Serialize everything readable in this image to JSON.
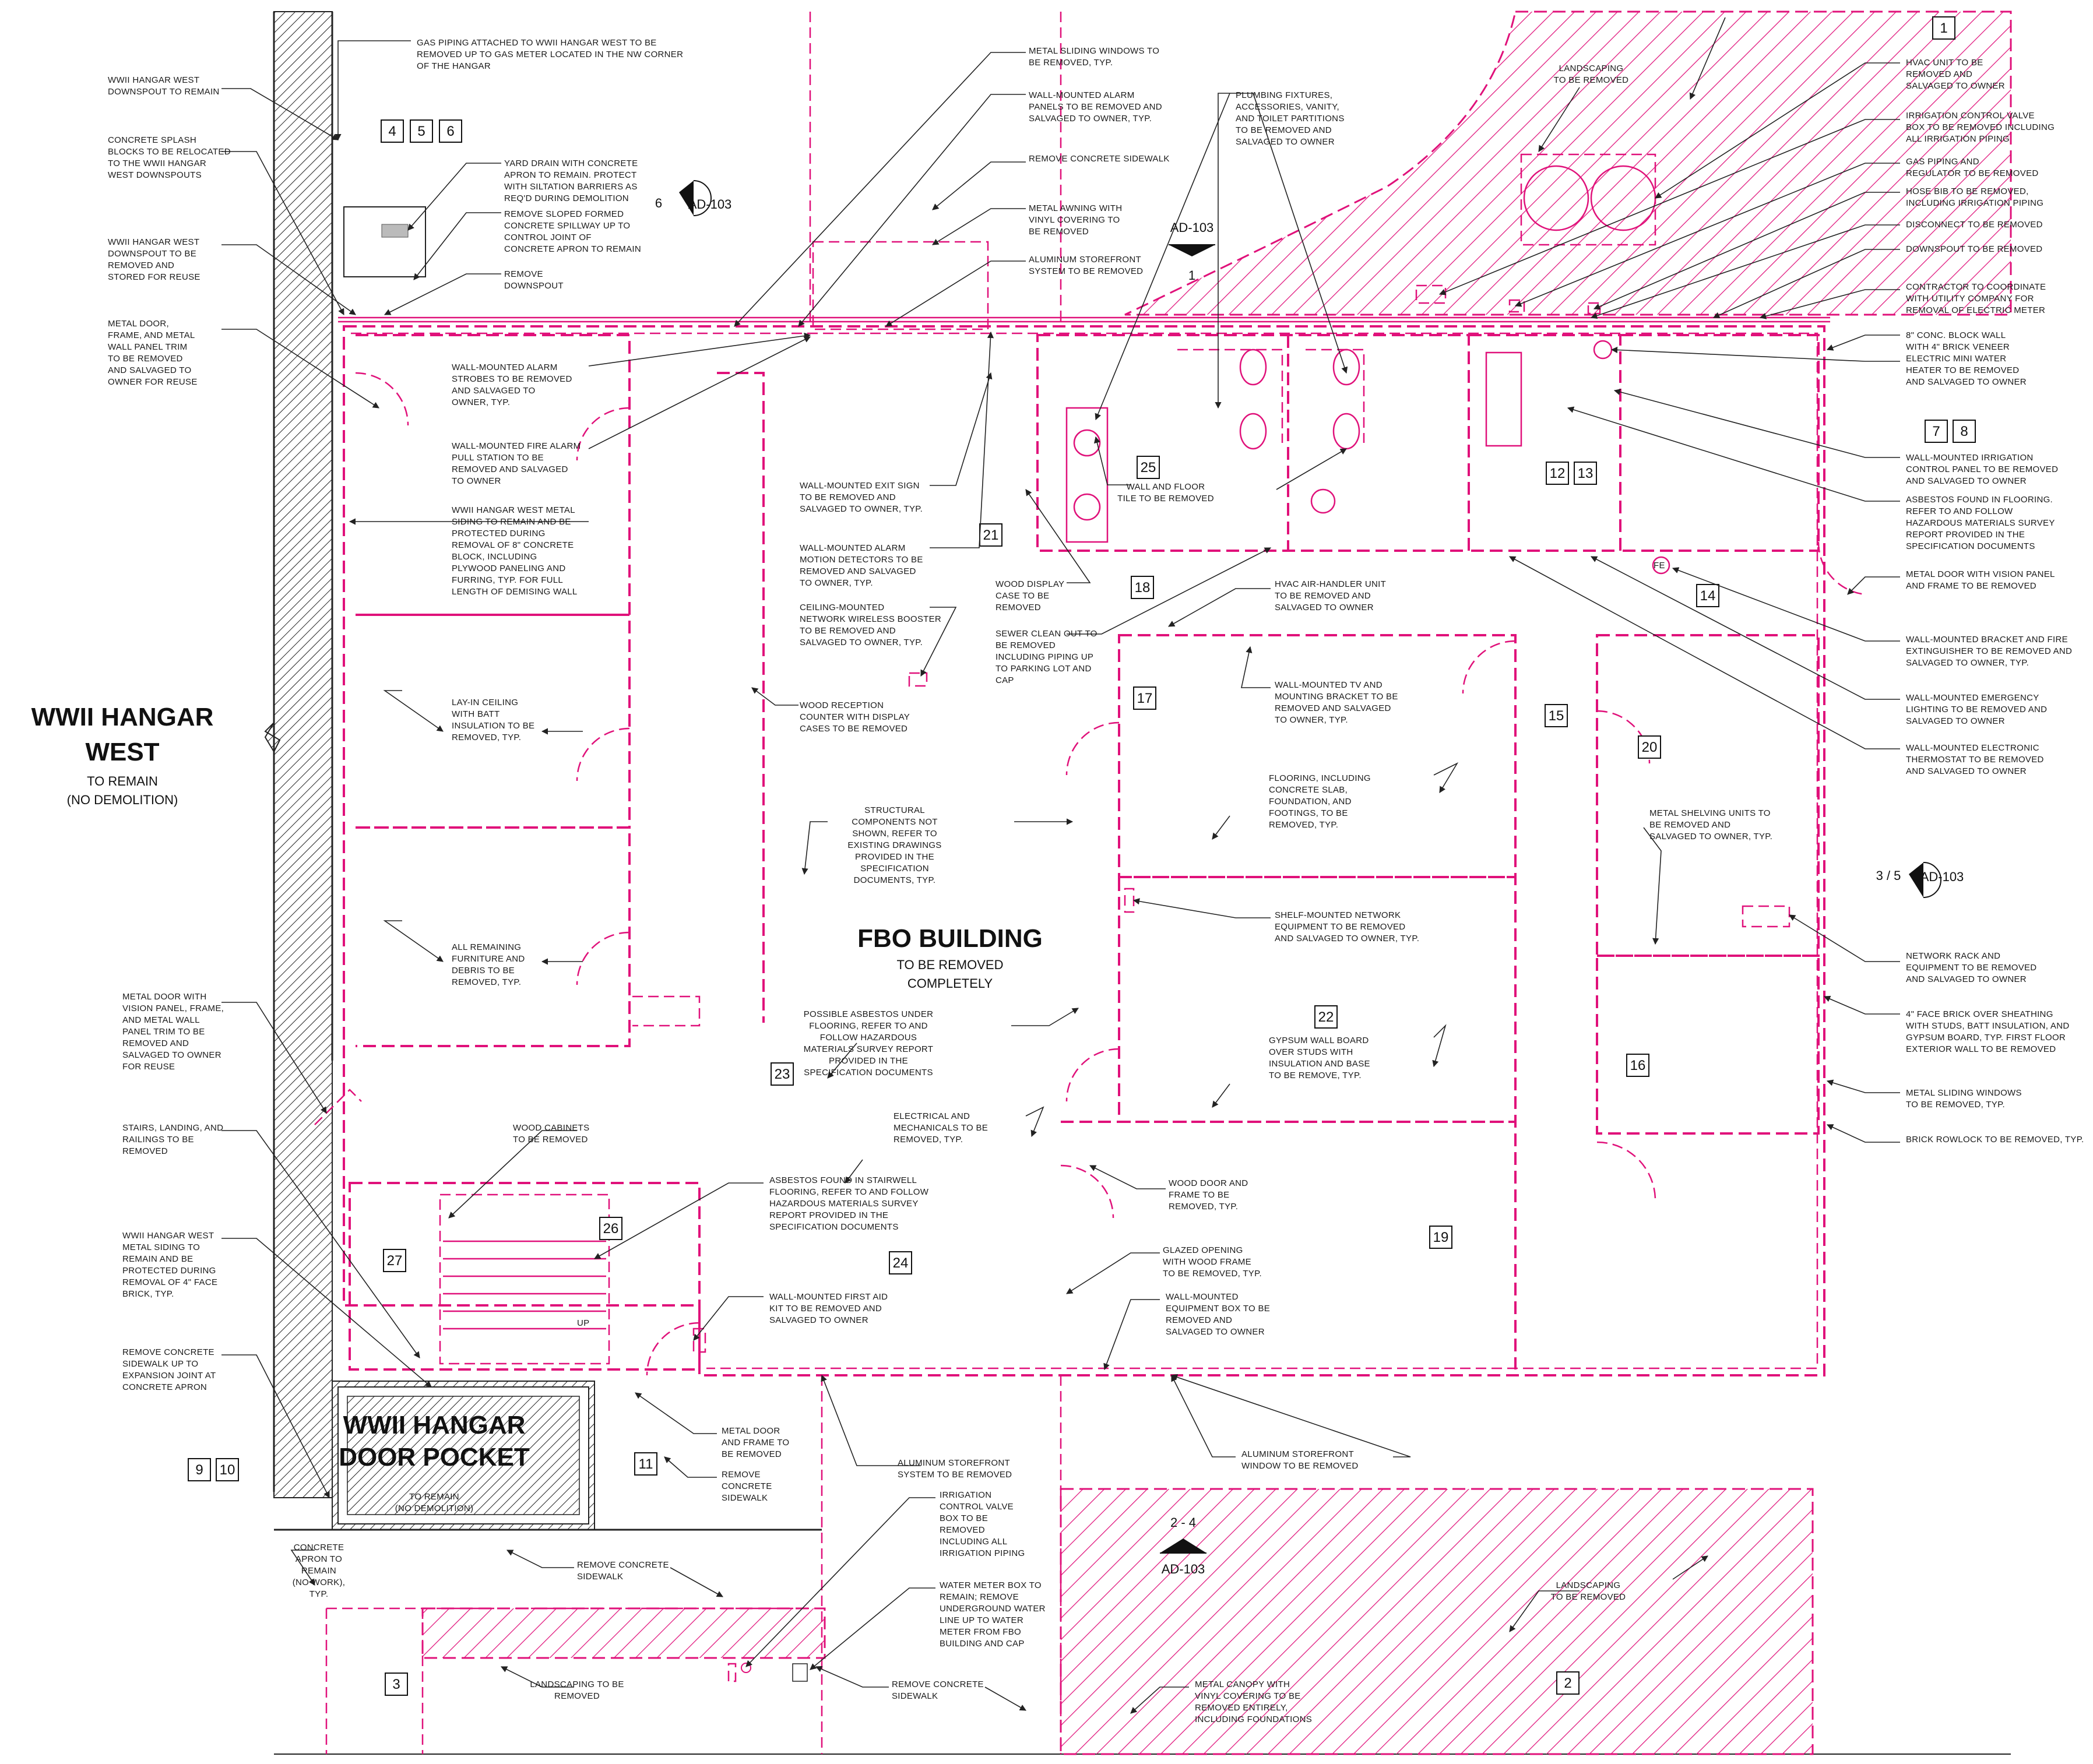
{
  "titles": {
    "hangar_west_title_1": "WWII HANGAR",
    "hangar_west_title_2": "WEST",
    "hangar_west_sub_1": "TO REMAIN",
    "hangar_west_sub_2": "(NO DEMOLITION)",
    "fbo_title": "FBO BUILDING",
    "fbo_sub_1": "TO BE REMOVED",
    "fbo_sub_2": "COMPLETELY",
    "pocket_title_1": "WWII HANGAR",
    "pocket_title_2": "DOOR POCKET",
    "pocket_sub_1": "TO REMAIN",
    "pocket_sub_2": "(NO DEMOLITION)"
  },
  "section_refs": {
    "ref_top_center": {
      "number": "1",
      "sheet": "AD-103"
    },
    "ref_left": {
      "number": "6",
      "sheet": "AD-103"
    },
    "ref_right": {
      "number": "3 / 5",
      "sheet": "AD-103"
    },
    "ref_bottom": {
      "number": "2 - 4",
      "sheet": "AD-103"
    }
  },
  "tags": [
    "1",
    "2",
    "3",
    "4",
    "5",
    "6",
    "7",
    "8",
    "9",
    "10",
    "11",
    "12",
    "13",
    "14",
    "15",
    "16",
    "17",
    "18",
    "19",
    "20",
    "21",
    "22",
    "23",
    "24",
    "25",
    "26",
    "27"
  ],
  "notes": {
    "gas_piping": [
      "GAS PIPING ATTACHED TO WWII HANGAR WEST TO BE",
      "REMOVED UP TO GAS METER LOCATED IN THE NW CORNER",
      "OF THE HANGAR"
    ],
    "downspout_remain": [
      "WWII HANGAR WEST",
      "DOWNSPOUT TO REMAIN"
    ],
    "splash_blocks": [
      "CONCRETE SPLASH",
      "BLOCKS TO BE RELOCATED",
      "TO THE WWII HANGAR",
      "WEST DOWNSPOUTS"
    ],
    "downspout_removed": [
      "WWII HANGAR WEST",
      "DOWNSPOUT TO BE",
      "REMOVED AND",
      "STORED FOR REUSE"
    ],
    "metal_door_frame": [
      "METAL DOOR,",
      "FRAME, AND METAL",
      "WALL PANEL TRIM",
      "TO BE REMOVED",
      "AND SALVAGED TO",
      "OWNER FOR REUSE"
    ],
    "yard_drain": [
      "YARD DRAIN WITH CONCRETE",
      "APRON TO REMAIN. PROTECT",
      "WITH SILTATION BARRIERS AS",
      "REQ'D DURING DEMOLITION"
    ],
    "sloped_spillway": [
      "REMOVE SLOPED FORMED",
      "CONCRETE SPILLWAY UP TO",
      "CONTROL JOINT OF",
      "CONCRETE APRON TO REMAIN"
    ],
    "remove_downspout": [
      "REMOVE",
      "DOWNSPOUT"
    ],
    "alarm_strobes": [
      "WALL-MOUNTED ALARM",
      "STROBES TO BE REMOVED",
      "AND SALVAGED TO",
      "OWNER, TYP."
    ],
    "fire_alarm_pull": [
      "WALL-MOUNTED FIRE ALARM",
      "PULL STATION TO BE",
      "REMOVED AND SALVAGED",
      "TO OWNER"
    ],
    "hangar_metal_siding_8": [
      "WWII HANGAR WEST METAL",
      "SIDING TO REMAIN AND BE",
      "PROTECTED DURING",
      "REMOVAL OF 8\" CONCRETE",
      "BLOCK, INCLUDING",
      "PLYWOOD PANELING AND",
      "FURRING, TYP. FOR FULL",
      "LENGTH OF DEMISING WALL"
    ],
    "layin_ceiling": [
      "LAY-IN CEILING",
      "WITH BATT",
      "INSULATION TO BE",
      "REMOVED, TYP."
    ],
    "furniture_debris": [
      "ALL REMAINING",
      "FURNITURE AND",
      "DEBRIS TO BE",
      "REMOVED, TYP."
    ],
    "sliding_windows_top": [
      "METAL SLIDING WINDOWS TO",
      "BE REMOVED, TYP."
    ],
    "alarm_panels": [
      "WALL-MOUNTED ALARM",
      "PANELS TO BE REMOVED AND",
      "SALVAGED TO OWNER, TYP."
    ],
    "remove_sidewalk_top": [
      "REMOVE CONCRETE SIDEWALK"
    ],
    "metal_awning": [
      "METAL AWNING WITH",
      "VINYL COVERING TO",
      "BE REMOVED"
    ],
    "aluminum_storefront_top": [
      "ALUMINUM STOREFRONT",
      "SYSTEM TO BE REMOVED"
    ],
    "plumbing_fixtures": [
      "PLUMBING FIXTURES,",
      "ACCESSORIES, VANITY,",
      "AND TOILET PARTITIONS",
      "TO BE REMOVED AND",
      "SALVAGED TO OWNER"
    ],
    "landscaping_top": [
      "LANDSCAPING",
      "TO BE REMOVED"
    ],
    "hvac_unit": [
      "HVAC UNIT TO BE",
      "REMOVED AND",
      "SALVAGED TO OWNER"
    ],
    "irrigation_valve_top": [
      "IRRIGATION CONTROL VALVE",
      "BOX TO BE REMOVED INCLUDING",
      "ALL IRRIGATION PIPING"
    ],
    "gas_regulator": [
      "GAS PIPING AND",
      "REGULATOR TO BE REMOVED"
    ],
    "hose_bib": [
      "HOSE BIB TO BE REMOVED,",
      "INCLUDING IRRIGATION PIPING"
    ],
    "disconnect": [
      "DISCONNECT TO BE REMOVED"
    ],
    "downspout_right": [
      "DOWNSPOUT TO BE REMOVED"
    ],
    "contractor_coordinate": [
      "CONTRACTOR TO COORDINATE",
      "WITH UTILITY COMPANY FOR",
      "REMOVAL OF ELECTRIC METER"
    ],
    "block_wall": [
      "8\" CONC. BLOCK WALL",
      "WITH 4\" BRICK VENEER"
    ],
    "water_heater": [
      "ELECTRIC MINI WATER",
      "HEATER TO BE REMOVED",
      "AND SALVAGED TO OWNER"
    ],
    "irrigation_panel": [
      "WALL-MOUNTED IRRIGATION",
      "CONTROL PANEL TO BE REMOVED",
      "AND SALVAGED TO OWNER"
    ],
    "asbestos_flooring": [
      "ASBESTOS FOUND IN FLOORING.",
      "REFER TO AND FOLLOW",
      "HAZARDOUS MATERIALS SURVEY",
      "REPORT PROVIDED IN THE",
      "SPECIFICATION DOCUMENTS"
    ],
    "door_vision_panel": [
      "METAL DOOR WITH VISION PANEL",
      "AND FRAME TO BE REMOVED"
    ],
    "fire_extinguisher": [
      "WALL-MOUNTED BRACKET AND FIRE",
      "EXTINGUISHER TO BE REMOVED AND",
      "SALVAGED TO OWNER, TYP."
    ],
    "emergency_lighting": [
      "WALL-MOUNTED EMERGENCY",
      "LIGHTING TO BE REMOVED AND",
      "SALVAGED TO OWNER"
    ],
    "thermostat": [
      "WALL-MOUNTED ELECTRONIC",
      "THERMOSTAT TO BE REMOVED",
      "AND SALVAGED TO OWNER"
    ],
    "exit_sign": [
      "WALL-MOUNTED EXIT SIGN",
      "TO BE REMOVED AND",
      "SALVAGED TO OWNER, TYP."
    ],
    "motion_detectors": [
      "WALL-MOUNTED ALARM",
      "MOTION DETECTORS TO BE",
      "REMOVED AND SALVAGED",
      "TO OWNER, TYP."
    ],
    "wireless_booster": [
      "CEILING-MOUNTED",
      "NETWORK WIRELESS BOOSTER",
      "TO BE REMOVED AND",
      "SALVAGED TO OWNER, TYP."
    ],
    "wood_display": [
      "WOOD DISPLAY",
      "CASE TO BE",
      "REMOVED"
    ],
    "wall_floor_tile": [
      "WALL AND FLOOR",
      "TILE TO BE REMOVED"
    ],
    "sewer_cleanout": [
      "SEWER CLEAN OUT TO",
      "BE REMOVED",
      "INCLUDING PIPING UP",
      "TO PARKING LOT AND",
      "CAP"
    ],
    "air_handler": [
      "HVAC AIR-HANDLER UNIT",
      "TO BE REMOVED AND",
      "SALVAGED TO OWNER"
    ],
    "tv_bracket": [
      "WALL-MOUNTED TV AND",
      "MOUNTING BRACKET TO BE",
      "REMOVED AND SALVAGED",
      "TO OWNER, TYP."
    ],
    "reception_counter": [
      "WOOD RECEPTION",
      "COUNTER WITH DISPLAY",
      "CASES TO BE REMOVED"
    ],
    "structural": [
      "STRUCTURAL",
      "COMPONENTS NOT",
      "SHOWN, REFER TO",
      "EXISTING DRAWINGS",
      "PROVIDED IN THE",
      "SPECIFICATION",
      "DOCUMENTS, TYP."
    ],
    "flooring_slab": [
      "FLOORING, INCLUDING",
      "CONCRETE SLAB,",
      "FOUNDATION, AND",
      "FOOTINGS, TO BE",
      "REMOVED, TYP."
    ],
    "metal_shelving": [
      "METAL SHELVING UNITS TO",
      "BE REMOVED AND",
      "SALVAGED TO OWNER, TYP."
    ],
    "shelf_network": [
      "SHELF-MOUNTED NETWORK",
      "EQUIPMENT TO BE REMOVED",
      "AND SALVAGED TO OWNER, TYP."
    ],
    "network_rack": [
      "NETWORK RACK AND",
      "EQUIPMENT TO BE REMOVED",
      "AND SALVAGED TO OWNER"
    ],
    "face_brick_sheathing": [
      "4\" FACE BRICK OVER SHEATHING",
      "WITH STUDS, BATT INSULATION, AND",
      "GYPSUM BOARD, TYP. FIRST FLOOR",
      "EXTERIOR WALL TO BE REMOVED"
    ],
    "sliding_windows_right": [
      "METAL SLIDING WINDOWS",
      "TO BE REMOVED, TYP."
    ],
    "brick_rowlock": [
      "BRICK ROWLOCK TO BE REMOVED, TYP."
    ],
    "possible_asbestos": [
      "POSSIBLE ASBESTOS UNDER",
      "FLOORING, REFER TO AND",
      "FOLLOW HAZARDOUS",
      "MATERIALS SURVEY REPORT",
      "PROVIDED IN THE",
      "SPECIFICATION DOCUMENTS"
    ],
    "gypsum_wall": [
      "GYPSUM WALL BOARD",
      "OVER STUDS WITH",
      "INSULATION AND BASE",
      "TO BE REMOVE, TYP."
    ],
    "electrical_mech": [
      "ELECTRICAL AND",
      "MECHANICALS TO BE",
      "REMOVED, TYP."
    ],
    "metal_door_vision_left": [
      "METAL DOOR WITH",
      "VISION PANEL, FRAME,",
      "AND METAL WALL",
      "PANEL TRIM TO BE",
      "REMOVED AND",
      "SALVAGED TO OWNER",
      "FOR REUSE"
    ],
    "stairs": [
      "STAIRS, LANDING, AND",
      "RAILINGS TO BE",
      "REMOVED"
    ],
    "wood_cabinets": [
      "WOOD CABINETS",
      "TO BE REMOVED"
    ],
    "asbestos_stairwell": [
      "ASBESTOS FOUND IN STAIRWELL",
      "FLOORING, REFER TO AND FOLLOW",
      "HAZARDOUS MATERIALS SURVEY",
      "REPORT PROVIDED IN THE",
      "SPECIFICATION DOCUMENTS"
    ],
    "wood_door_frame": [
      "WOOD DOOR AND",
      "FRAME TO BE",
      "REMOVED, TYP."
    ],
    "glazed_opening": [
      "GLAZED OPENING",
      "WITH WOOD FRAME",
      "TO BE REMOVED, TYP."
    ],
    "hangar_metal_siding_4": [
      "WWII HANGAR WEST",
      "METAL SIDING TO",
      "REMAIN AND BE",
      "PROTECTED DURING",
      "REMOVAL OF 4\" FACE",
      "BRICK, TYP."
    ],
    "first_aid": [
      "WALL-MOUNTED FIRST AID",
      "KIT TO BE REMOVED AND",
      "SALVAGED TO OWNER"
    ],
    "equipment_box": [
      "WALL-MOUNTED",
      "EQUIPMENT BOX TO BE",
      "REMOVED AND",
      "SALVAGED TO OWNER"
    ],
    "remove_sidewalk_expansion": [
      "REMOVE CONCRETE",
      "SIDEWALK UP TO",
      "EXPANSION JOINT AT",
      "CONCRETE APRON"
    ],
    "metal_door_frame_bottom": [
      "METAL DOOR",
      "AND FRAME TO",
      "BE REMOVED"
    ],
    "aluminum_storefront_bottom": [
      "ALUMINUM STOREFRONT",
      "SYSTEM TO BE REMOVED"
    ],
    "aluminum_window_bottom": [
      "ALUMINUM STOREFRONT",
      "WINDOW TO BE REMOVED"
    ],
    "remove_concrete_sidewalk_b1": [
      "REMOVE",
      "CONCRETE",
      "SIDEWALK"
    ],
    "irrigation_valve_bottom": [
      "IRRIGATION",
      "CONTROL VALVE",
      "BOX TO BE",
      "REMOVED",
      "INCLUDING ALL",
      "IRRIGATION PIPING"
    ],
    "concrete_apron": [
      "CONCRETE",
      "APRON TO",
      "REMAIN",
      "(NO WORK),",
      "TYP."
    ],
    "remove_concrete_sidewalk_b2": [
      "REMOVE CONCRETE",
      "SIDEWALK"
    ],
    "water_meter": [
      "WATER METER BOX TO",
      "REMAIN; REMOVE",
      "UNDERGROUND WATER",
      "LINE UP TO WATER",
      "METER FROM FBO",
      "BUILDING AND CAP"
    ],
    "landscaping_bottom_right": [
      "LANDSCAPING",
      "TO BE REMOVED"
    ],
    "landscaping_bottom_left": [
      "LANDSCAPING TO BE",
      "REMOVED"
    ],
    "remove_concrete_sidewalk_b3": [
      "REMOVE CONCRETE",
      "SIDEWALK"
    ],
    "metal_canopy": [
      "METAL CANOPY WITH",
      "VINYL COVERING TO BE",
      "REMOVED ENTIRELY,",
      "INCLUDING FOUNDATIONS"
    ],
    "fe_label": [
      "FE"
    ],
    "up_label": [
      "UP"
    ]
  },
  "colors": {
    "demolition": "#e0117a",
    "existing": "#222222",
    "text": "#1a1a1a"
  }
}
